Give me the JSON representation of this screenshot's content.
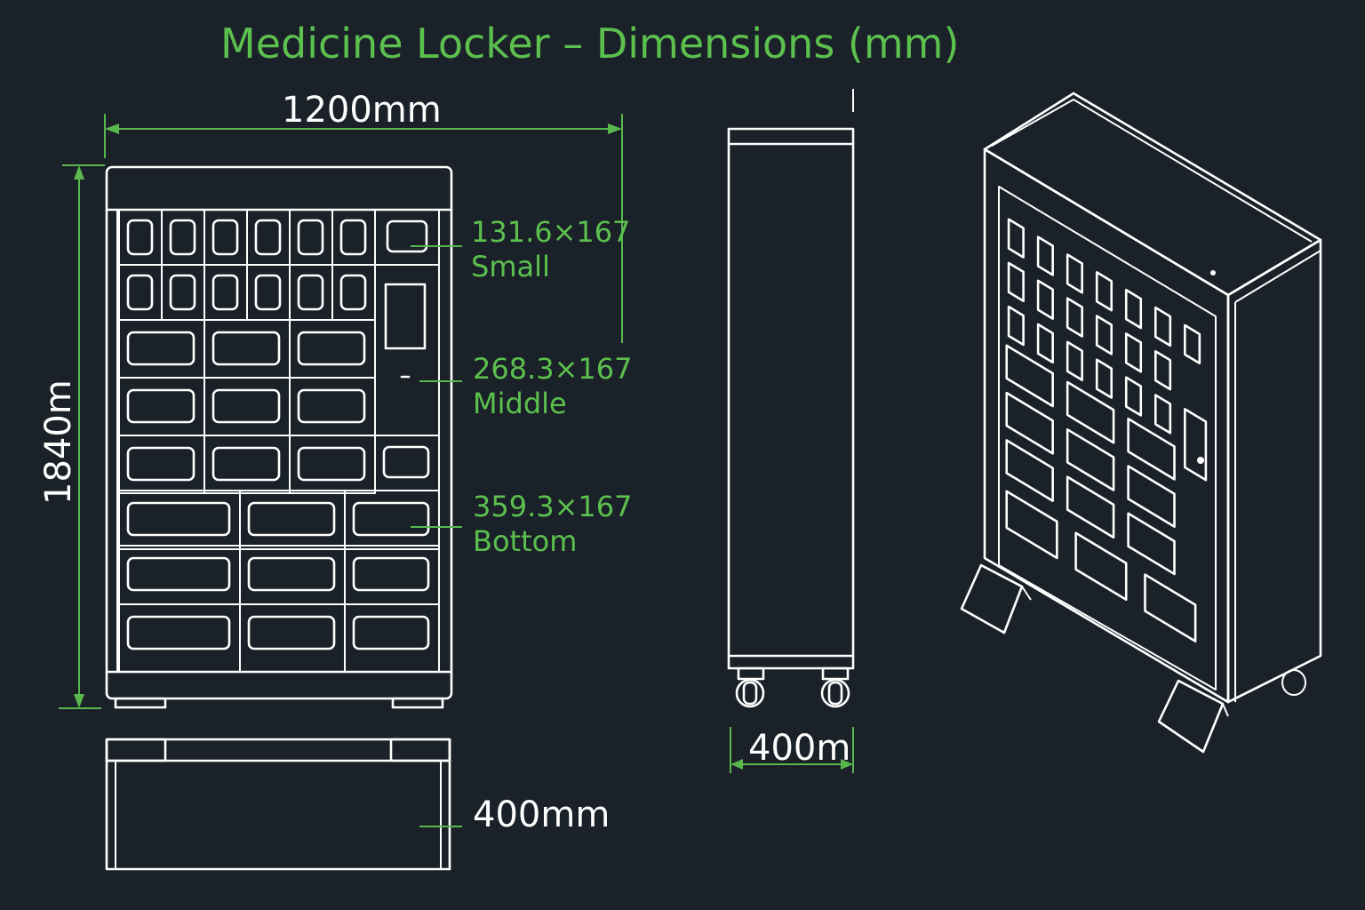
{
  "title": "Medicine Locker – Dimensions (mm)",
  "dimensions": {
    "width": "1200mm",
    "height": "1840m",
    "depth_side": "400m",
    "depth_bottom": "400mm"
  },
  "compartments": [
    {
      "size": "131.6×167",
      "name": "Small"
    },
    {
      "size": "268.3×167",
      "name": "Middle"
    },
    {
      "size": "359.3×167",
      "name": "Bottom"
    }
  ],
  "colors": {
    "background": "#1b2129",
    "accent": "#58b84e",
    "line": "#ffffff"
  }
}
